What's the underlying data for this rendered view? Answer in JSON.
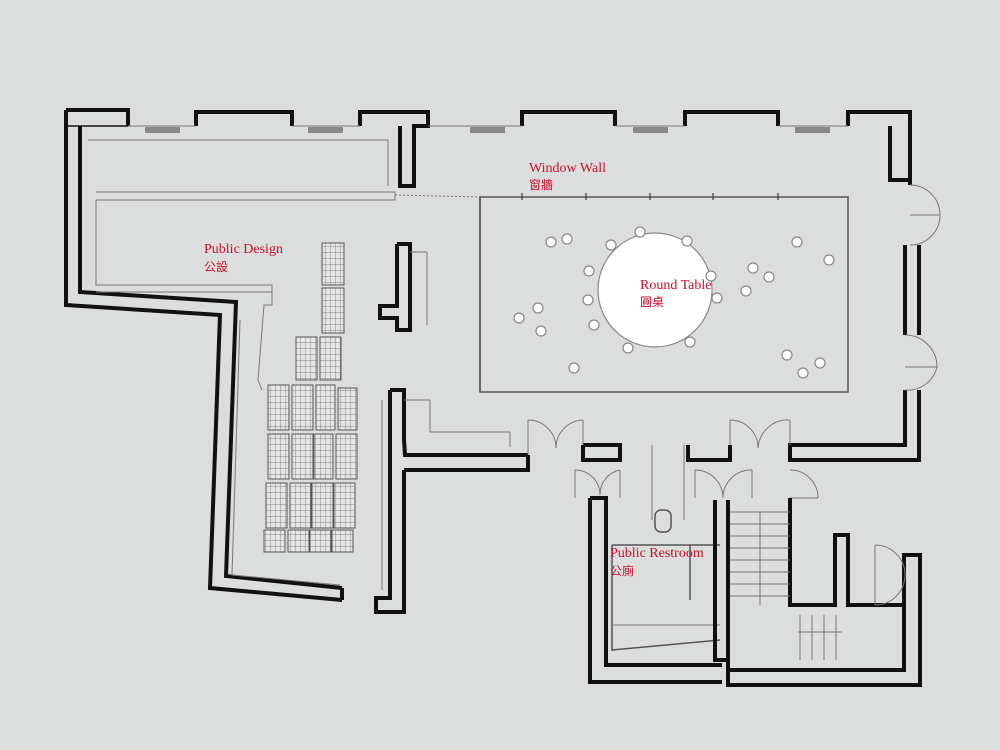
{
  "labels": {
    "window_wall": {
      "en": "Window Wall",
      "zh": "窗牆"
    },
    "public_design": {
      "en": "Public Design",
      "zh": "公設"
    },
    "round_table": {
      "en": "Round Table",
      "zh": "圓桌"
    },
    "public_restroom": {
      "en": "Public Restroom",
      "zh": "公廁"
    }
  },
  "colors": {
    "background": "#dcdedd",
    "label": "#c8102e",
    "wall": "#111111"
  }
}
